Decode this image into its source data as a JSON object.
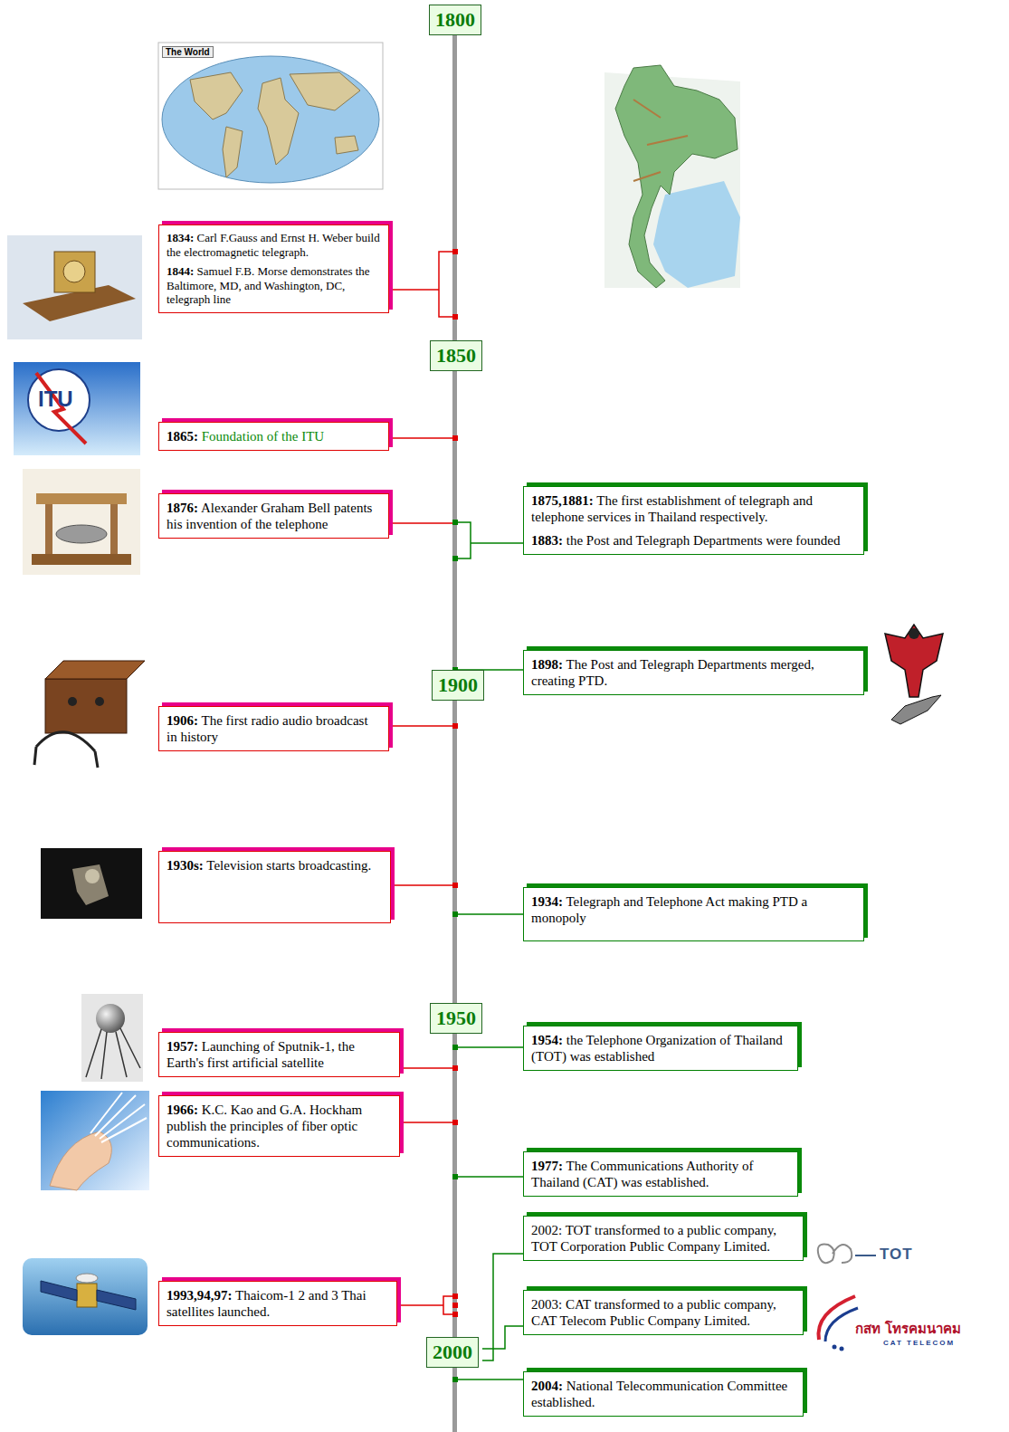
{
  "diagram": {
    "nodes": [
      {
        "text": [
          "1800"
        ]
      },
      {
        "text": [
          "1834: Carl F.Gauss and Ernst H. Weber build the electromagnetic telegraph.",
          "1844: Samuel F.B. Morse demonstrates the Baltimore, MD, and Washington, DC, telegraph line"
        ]
      },
      {
        "text": [
          "1850"
        ]
      },
      {
        "text": [
          "1865: Foundation of the ITU"
        ]
      },
      {
        "text": [
          "1876: Alexander Graham Bell patents his invention of the telephone"
        ]
      },
      {
        "text": [
          "1875,1881: The first establishment of telegraph and telephone services in Thailand respectively.",
          "1883: the Post and Telegraph Departments were founded"
        ]
      },
      {
        "text": [
          "1898: The Post and Telegraph Departments merged, creating PTD."
        ]
      },
      {
        "text": [
          "1900"
        ]
      },
      {
        "text": [
          "1906: The first radio audio broadcast in history"
        ]
      },
      {
        "text": [
          "1930s: Television starts broadcasting."
        ]
      },
      {
        "text": [
          "1934: Telegraph and Telephone Act making PTD a monopoly"
        ]
      },
      {
        "text": [
          "1950"
        ]
      },
      {
        "text": [
          "1954: the Telephone Organization of Thailand (TOT) was established"
        ]
      },
      {
        "text": [
          "1957: Launching of Sputnik-1, the Earth's first artificial satellite"
        ]
      },
      {
        "text": [
          "1966: K.C. Kao and G.A. Hockham publish the principles of fiber optic communications."
        ]
      },
      {
        "text": [
          "1977: The Communications Authority of Thailand (CAT) was established."
        ]
      },
      {
        "text": [
          "2002: TOT transformed to a public company, TOT Corporation Public Company Limited."
        ]
      },
      {
        "text": [
          "1993,94,97: Thaicom-1 2 and 3 Thai satellites launched."
        ]
      },
      {
        "text": [
          "2003: CAT transformed to a public company, CAT Telecom Public Company Limited."
        ]
      },
      {
        "text": [
          "2000"
        ]
      },
      {
        "text": [
          "2004: National Telecommunication Committee established."
        ]
      }
    ],
    "labels": [
      "The World",
      "ITU",
      "TOT",
      "กสท โทรคมนาคม",
      "CAT TELECOM"
    ]
  }
}
